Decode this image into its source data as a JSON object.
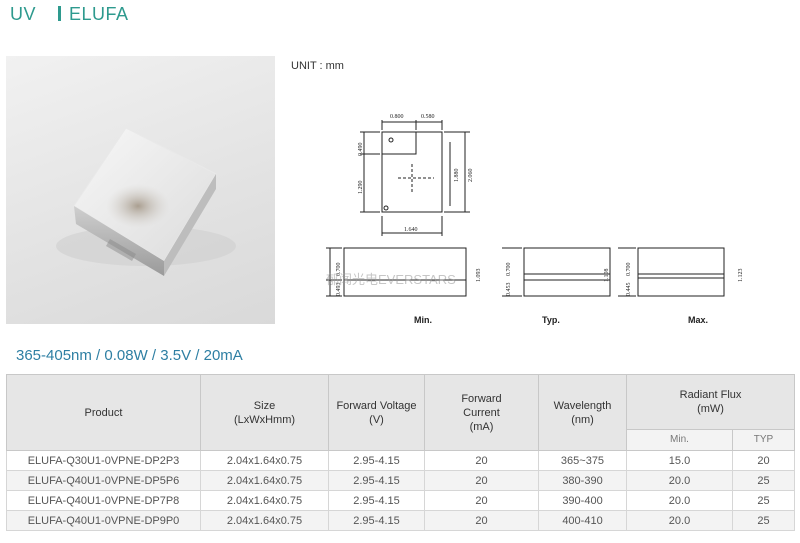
{
  "header": {
    "series": "UV",
    "product_family": "ELUFA"
  },
  "unit_label": "UNIT : mm",
  "drawing": {
    "dims": {
      "top_w1": "0.800",
      "top_w2": "0.580",
      "left_h1": "0.490",
      "left_h2": "1.290",
      "inner_h": "1.880",
      "total_h": "2.060",
      "bottom_w": "1.640",
      "min_h1": "0.700",
      "min_h2": "0.493",
      "min_total": "1.093",
      "typ_h1": "0.700",
      "typ_h2": "0.453",
      "typ_total": "1.108",
      "max_h1": "0.700",
      "max_h2": "0.445",
      "max_total": "1.123"
    },
    "labels": {
      "min": "Min.",
      "typ": "Typ.",
      "max": "Max."
    },
    "watermark": "郁闻光电EVERSTARS"
  },
  "spec_line": "365-405nm / 0.08W / 3.5V / 20mA",
  "table": {
    "headers": {
      "product": "Product",
      "size": "Size",
      "size_unit": "(LxWxHmm)",
      "fv": "Forward Voltage",
      "fv_unit": "(V)",
      "fc": "Forward",
      "fc2": "Current",
      "fc_unit": "(mA)",
      "wl": "Wavelength",
      "wl_unit": "(nm)",
      "rf": "Radiant Flux",
      "rf_unit": "(mW)",
      "rf_min": "Min.",
      "rf_typ": "TYP"
    },
    "rows": [
      {
        "product": "ELUFA-Q30U1-0VPNE-DP2P3",
        "size": "2.04x1.64x0.75",
        "fv": "2.95-4.15",
        "fc": "20",
        "wl": "365~375",
        "min": "15.0",
        "typ": "20"
      },
      {
        "product": "ELUFA-Q40U1-0VPNE-DP5P6",
        "size": "2.04x1.64x0.75",
        "fv": "2.95-4.15",
        "fc": "20",
        "wl": "380-390",
        "min": "20.0",
        "typ": "25"
      },
      {
        "product": "ELUFA-Q40U1-0VPNE-DP7P8",
        "size": "2.04x1.64x0.75",
        "fv": "2.95-4.15",
        "fc": "20",
        "wl": "390-400",
        "min": "20.0",
        "typ": "25"
      },
      {
        "product": "ELUFA-Q40U1-0VPNE-DP9P0",
        "size": "2.04x1.64x0.75",
        "fv": "2.95-4.15",
        "fc": "20",
        "wl": "400-410",
        "min": "20.0",
        "typ": "25"
      }
    ]
  }
}
